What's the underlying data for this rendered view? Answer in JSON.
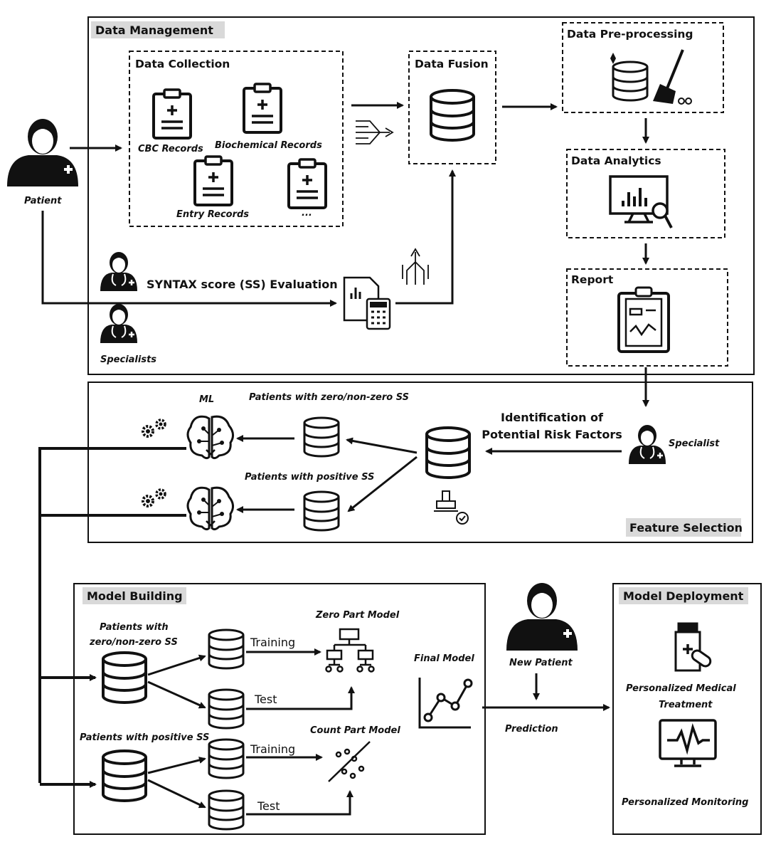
{
  "sections": {
    "data_management": "Data Management",
    "feature_selection": "Feature Selection",
    "model_building": "Model Building",
    "model_deployment": "Model Deployment"
  },
  "boxes": {
    "data_collection": "Data Collection",
    "data_fusion": "Data Fusion",
    "data_preprocessing": "Data Pre-processing",
    "data_analytics": "Data Analytics",
    "report": "Report"
  },
  "labels": {
    "patient": "Patient",
    "specialists": "Specialists",
    "specialist": "Specialist",
    "new_patient": "New Patient",
    "cbc_records": "CBC Records",
    "biochemical_records": "Biochemical Records",
    "entry_records": "Entry Records",
    "more_records": "...",
    "syntax_eval": "SYNTAX score (SS)  Evaluation",
    "ml": "ML",
    "fs_zero_nonzero": "Patients with zero/non-zero  SS",
    "fs_positive": "Patients with positive  SS",
    "risk_line1": "Identification of",
    "risk_line2": "Potential Risk Factors",
    "mb_zero_line1": "Patients with",
    "mb_zero_line2": "zero/non-zero  SS",
    "mb_positive": "Patients with positive SS",
    "training": "Training",
    "test": "Test",
    "zero_part_model": "Zero Part Model",
    "count_part_model": "Count Part Model",
    "final_model": "Final Model",
    "prediction": "Prediction",
    "med_line1": "Personalized  Medical",
    "med_line2": "Treatment",
    "monitoring": "Personalized  Monitoring"
  },
  "icons": {
    "person": "person-icon",
    "specialist": "doctor-icon",
    "clipboard": "clipboard-icon",
    "database": "database-icon",
    "brain": "brain-icon",
    "gears": "gears-icon",
    "monitor": "monitor-chart-icon",
    "report": "report-clipboard-icon",
    "calculator": "calculator-icon",
    "stamp": "stamp-icon",
    "hierarchy": "hierarchy-icon",
    "scatter": "scatter-icon",
    "line_chart": "line-chart-icon",
    "medicine": "medicine-bottle-icon",
    "vitals": "vitals-monitor-icon"
  }
}
